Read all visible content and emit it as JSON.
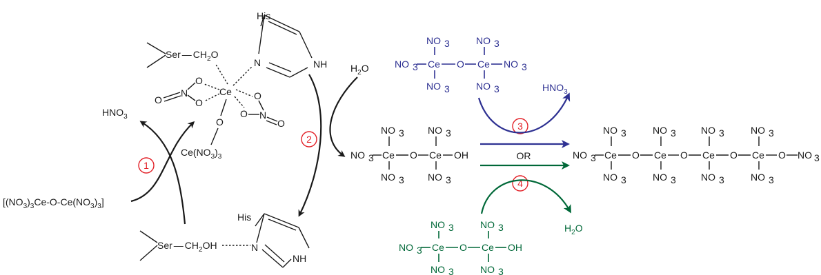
{
  "colors": {
    "black": "#1a1a1a",
    "blue": "#2e3192",
    "green": "#006838",
    "red": "#e21f26"
  },
  "steps": {
    "s1": "1",
    "s2": "2",
    "s3": "3",
    "s4": "4"
  },
  "or_label": "OR",
  "left": {
    "hno3": "HNO",
    "dimer_a": "[(NO",
    "dimer_b": ")",
    "dimer_c": "Ce-O-Ce(NO",
    "dimer_d": ")",
    "dimer_e": "]"
  },
  "top_complex": {
    "his": "His",
    "nh": "NH",
    "n": "N",
    "ser": "Ser",
    "ch2o_a": "CH",
    "ch2o_b": "O",
    "ce": "Ce",
    "o_a": "O",
    "o_b": "O",
    "n_left": "N",
    "o_left": "O",
    "o_c": "O",
    "o_d": "O",
    "n_right": "N",
    "o_right": "O",
    "o_bottom": "O",
    "ce_no3": "Ce(NO",
    "ce_no3_close": ")"
  },
  "bottom_complex": {
    "his": "His",
    "ser": "Ser",
    "ch2oh_a": "CH",
    "ch2oh_b": "OH",
    "n": "N",
    "nh": "NH"
  },
  "water_top": "H",
  "water_top_o": "O",
  "sub": {
    "two": "2",
    "three": "3"
  },
  "bond": "—",
  "ce": "Ce",
  "o": "O",
  "oh": "OH",
  "no3": "NO",
  "hno3_blue": "HNO",
  "h2o_green": "H",
  "h2o_green_o": "O"
}
